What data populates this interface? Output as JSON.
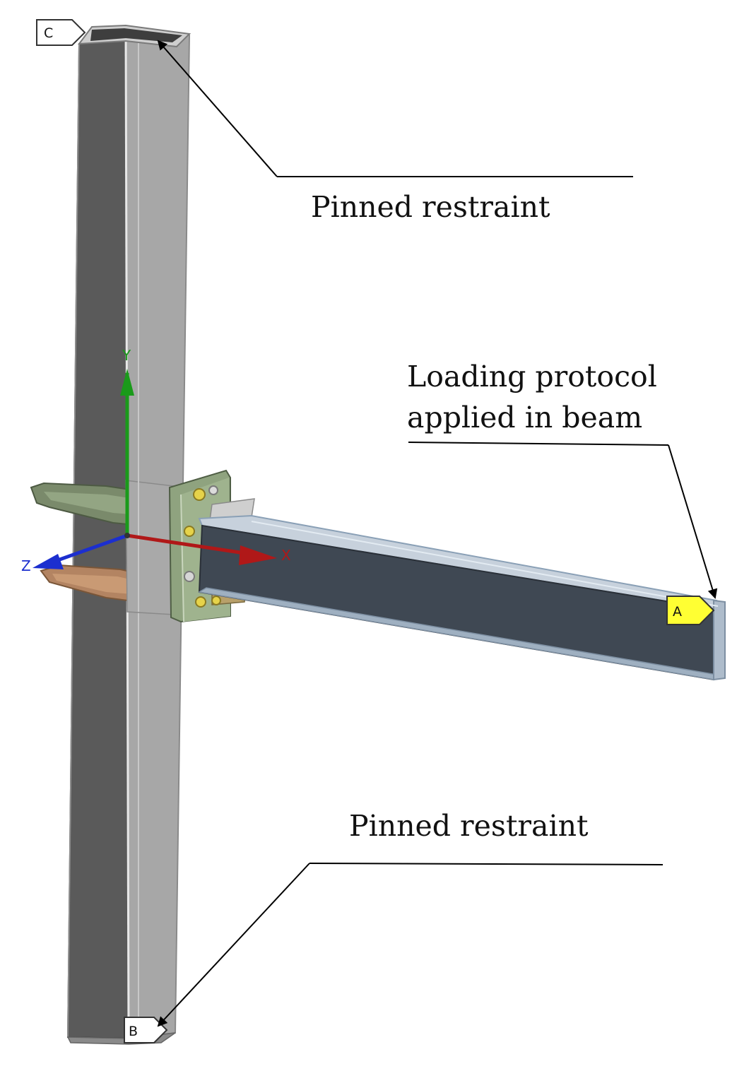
{
  "annotations": {
    "top_restraint": "Pinned restraint",
    "bottom_restraint": "Pinned restraint",
    "loading_line1": "Loading protocol",
    "loading_line2": "applied in beam"
  },
  "tags": {
    "a": "A",
    "b": "B",
    "c": "C"
  },
  "axes": {
    "x": "X",
    "y": "Y",
    "z": "Z"
  },
  "colors": {
    "x_axis": "#b01818",
    "y_axis": "#1a9a1a",
    "z_axis": "#1c2fcf",
    "tag_a_fill": "#ffff33",
    "column_dark": "#595959",
    "column_light": "#a9a9a9",
    "beam_face": "#3f4853",
    "connection_plate": "#8fa37f",
    "bolt": "#e6d34a"
  }
}
